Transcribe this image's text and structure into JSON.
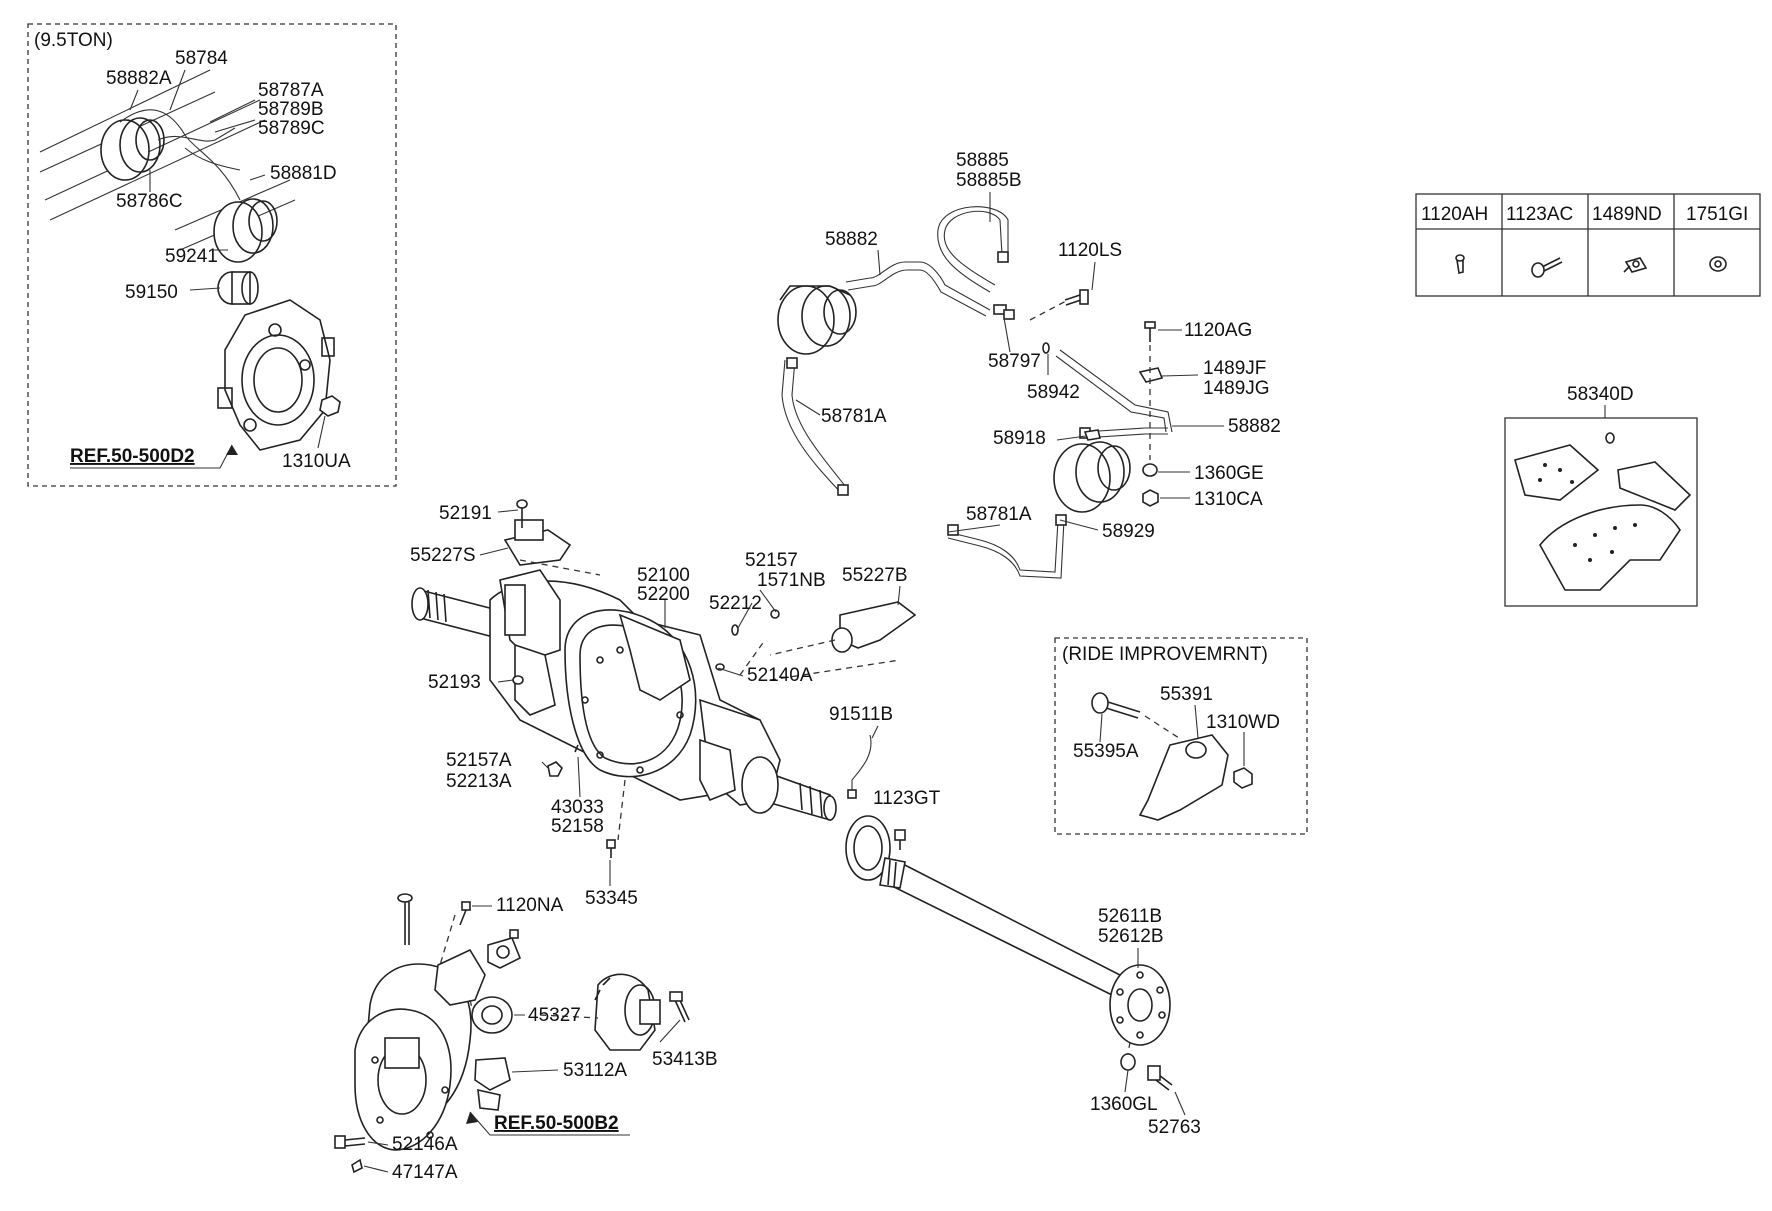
{
  "insets": {
    "ton": {
      "title": "(9.5TON)",
      "ref": "REF.50-500D2"
    },
    "ride": {
      "title": "(RIDE IMPROVEMRNT)"
    }
  },
  "hardware_table": {
    "headers": [
      "1120AH",
      "1123AC",
      "1489ND",
      "1751GI"
    ]
  },
  "brake_shoe_box": {
    "label": "58340D"
  },
  "refs": {
    "b2": "REF.50-500B2"
  },
  "parts": {
    "p58784": "58784",
    "p58882A": "58882A",
    "p58787A": "58787A",
    "p58789B": "58789B",
    "p58789C": "58789C",
    "p58881D": "58881D",
    "p58786C": "58786C",
    "p59241": "59241",
    "p59150": "59150",
    "p1310UA": "1310UA",
    "p58885": "58885",
    "p58885B": "58885B",
    "p58882_top": "58882",
    "p1120LS": "1120LS",
    "p1120AG": "1120AG",
    "p58797": "58797",
    "p1489JF": "1489JF",
    "p1489JG": "1489JG",
    "p58942": "58942",
    "p58781A_top": "58781A",
    "p58882_right": "58882",
    "p58918": "58918",
    "p1360GE": "1360GE",
    "p1310CA": "1310CA",
    "p58781A_low": "58781A",
    "p58929": "58929",
    "p52191": "52191",
    "p55227S": "55227S",
    "p52100": "52100",
    "p52200": "52200",
    "p52157": "52157",
    "p1571NB": "1571NB",
    "p52212": "52212",
    "p55227B": "55227B",
    "p52193": "52193",
    "p52140A": "52140A",
    "p91511B": "91511B",
    "p52157A": "52157A",
    "p52213A": "52213A",
    "p43033": "43033",
    "p52158": "52158",
    "p1123GT": "1123GT",
    "p53345": "53345",
    "p1120NA": "1120NA",
    "p45327": "45327",
    "p53413B": "53413B",
    "p53112A": "53112A",
    "p52146A": "52146A",
    "p47147A": "47147A",
    "p52611B": "52611B",
    "p52612B": "52612B",
    "p1360GL": "1360GL",
    "p52763": "52763",
    "p55391": "55391",
    "p1310WD": "1310WD",
    "p55395A": "55395A"
  }
}
